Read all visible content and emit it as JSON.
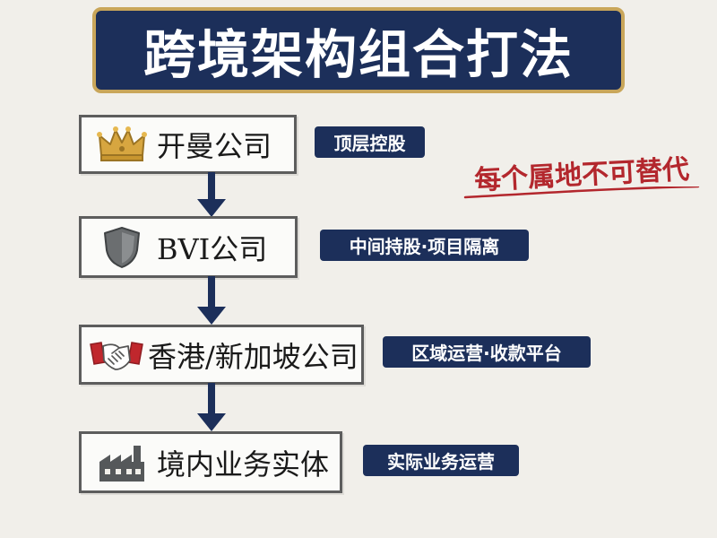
{
  "title": "跨境架构组合打法",
  "colors": {
    "navy": "#1c2f5a",
    "gold": "#c9a65a",
    "red": "#b3272d",
    "box_border": "#5d5d5d"
  },
  "levels": [
    {
      "name": "开曼公司",
      "icon": "crown-icon",
      "role": "顶层控股"
    },
    {
      "name": "BVI公司",
      "icon": "shield-icon",
      "role": "中间持股·项目隔离"
    },
    {
      "name": "香港/新加坡公司",
      "icon": "handshake-icon",
      "role": "区域运营·收款平台"
    },
    {
      "name": "境内业务实体",
      "icon": "factory-icon",
      "role": "实际业务运营"
    }
  ],
  "side_note": "每个属地不可替代"
}
